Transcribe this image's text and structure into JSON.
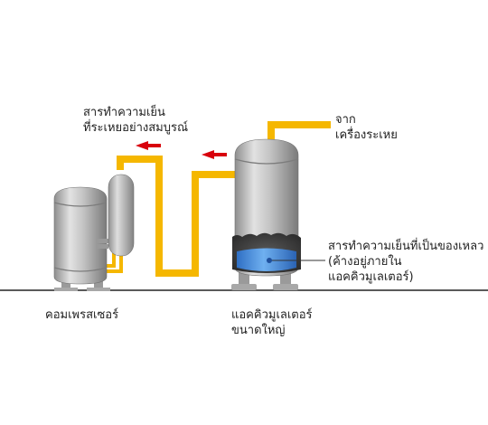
{
  "labels": {
    "refrigerant_out": [
      "สารทำความเย็น",
      "ที่ระเหยอย่างสมบูรณ์"
    ],
    "from_evaporator": [
      "จาก",
      "เครื่องระเหย"
    ],
    "liquid_refrigerant": [
      "สารทำความเย็นที่เป็นของเหลว",
      "(ค้างอยู่ภายใน",
      "แอคคิวมูเลเตอร์)"
    ],
    "compressor": [
      "คอมเพรสเซอร์"
    ],
    "accumulator": [
      "แอคคิวมูเลเตอร์",
      "ขนาดใหญ่"
    ]
  },
  "colors": {
    "pipe": "#f5b700",
    "tank_body": "#b9b9b9",
    "tank_highlight": "#e4e4e4",
    "arrow": "#d8000c",
    "liquid": "#3f84d6",
    "ground": "#5a5a5a"
  }
}
